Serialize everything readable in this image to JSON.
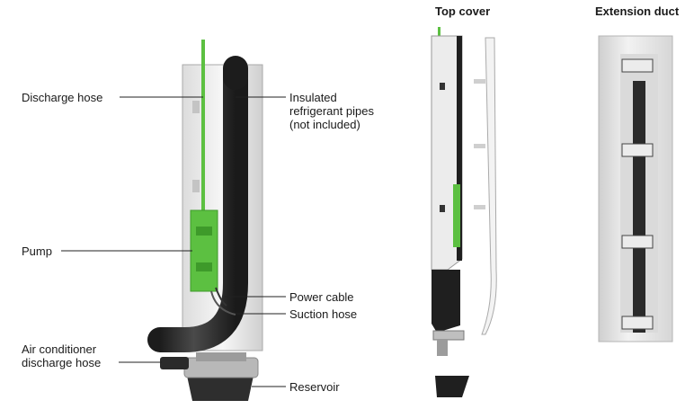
{
  "headers": {
    "top_cover": "Top cover",
    "extension_duct": "Extension duct"
  },
  "labels": {
    "discharge_hose": "Discharge hose",
    "insulated_pipes": "Insulated\nrefrigerant pipes\n(not included)",
    "pump": "Pump",
    "power_cable": "Power cable",
    "suction_hose": "Suction hose",
    "ac_discharge_hose": "Air conditioner\ndischarge hose",
    "reservoir": "Reservoir"
  },
  "colors": {
    "pump_green": "#5cc041",
    "pipe_black": "#2a2a2a",
    "panel_grey": "#e6e6e6",
    "outline": "#9a9a9a"
  }
}
